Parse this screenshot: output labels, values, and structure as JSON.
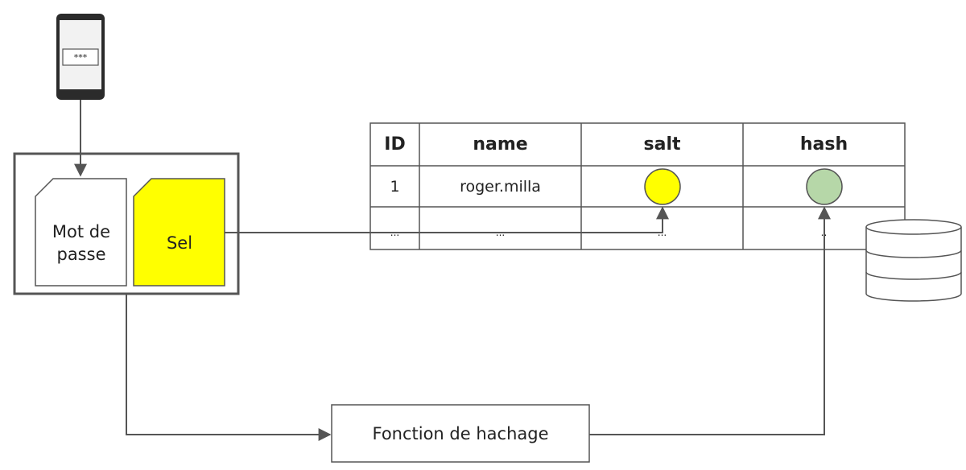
{
  "phone": {
    "password_mask": "***"
  },
  "documents": {
    "password_label": "Mot de passe",
    "salt_label": "Sel"
  },
  "table": {
    "headers": [
      "ID",
      "name",
      "salt",
      "hash"
    ],
    "rows": [
      [
        "1",
        "roger.milla",
        "",
        ""
      ],
      [
        "...",
        "...",
        "...",
        ".."
      ]
    ]
  },
  "hash_function": {
    "label": "Fonction de hachage"
  },
  "colors": {
    "salt": "#ffff00",
    "hash": "#b6d7a8",
    "stroke": "#555555"
  }
}
